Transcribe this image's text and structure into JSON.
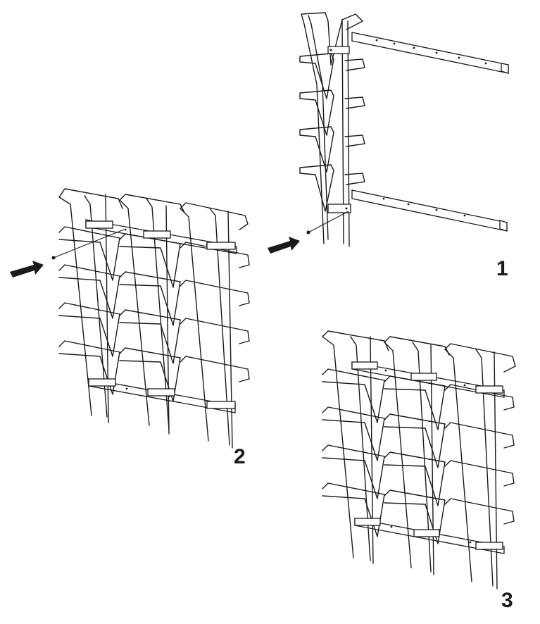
{
  "diagram": {
    "steps": [
      {
        "number": "1"
      },
      {
        "number": "2"
      },
      {
        "number": "3"
      }
    ],
    "icons": [
      "arrow-icon",
      "screw-icon",
      "wire-rack",
      "mounting-rail"
    ],
    "colors": {
      "ink": "#1a1a1a",
      "background": "#ffffff"
    }
  }
}
